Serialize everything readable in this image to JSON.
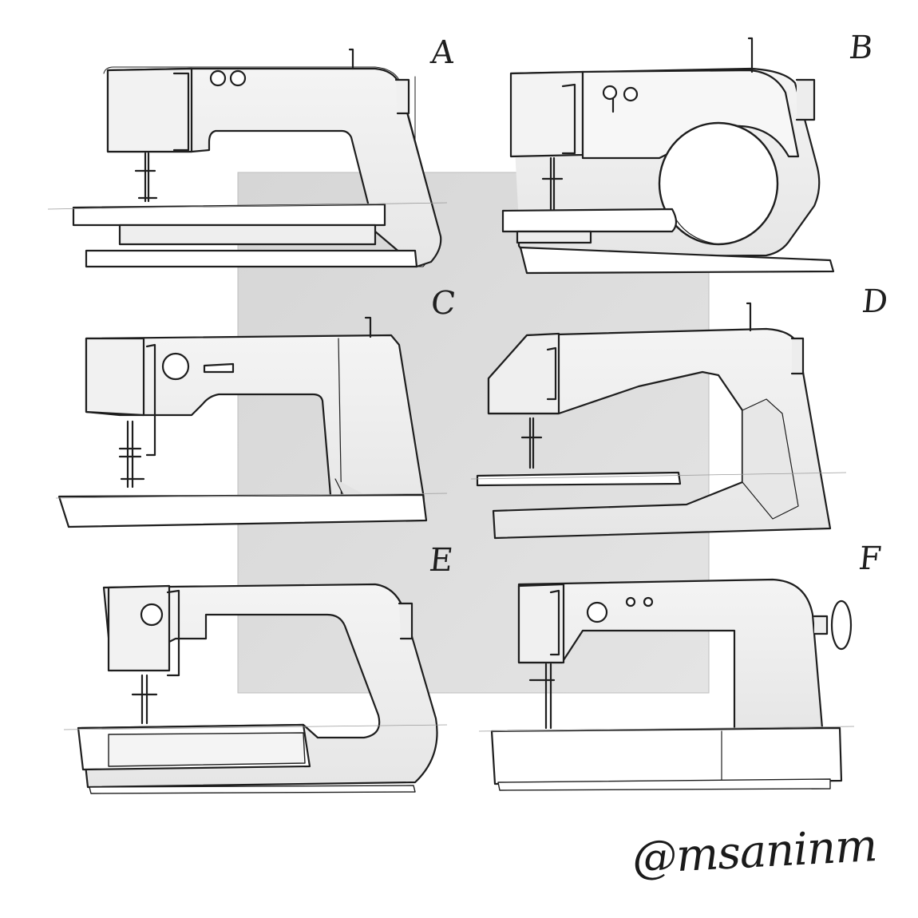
{
  "labels": {
    "a": "A",
    "b": "B",
    "c": "C",
    "d": "D",
    "e": "E",
    "f": "F"
  },
  "signature": "@msaninm",
  "colors": {
    "background": "#ffffff",
    "panel": "#dcdcdc",
    "ink": "#1e1e1e",
    "shade": "#ececec"
  }
}
